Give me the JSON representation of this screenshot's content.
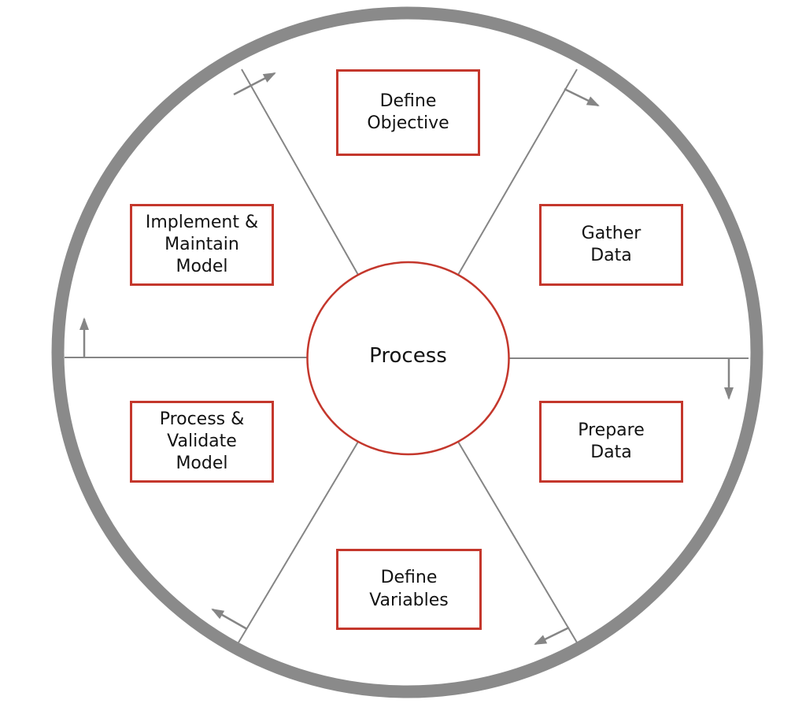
{
  "diagram": {
    "center_label": "Process",
    "flow_direction": "clockwise",
    "steps": [
      {
        "id": "define-objective",
        "label": "Define\nObjective"
      },
      {
        "id": "gather-data",
        "label": "Gather\nData"
      },
      {
        "id": "prepare-data",
        "label": "Prepare\nData"
      },
      {
        "id": "define-variables",
        "label": "Define\nVariables"
      },
      {
        "id": "process-validate-model",
        "label": "Process &\nValidate\nModel"
      },
      {
        "id": "implement-maintain-model",
        "label": "Implement &\nMaintain\nModel"
      }
    ],
    "icons": [
      {
        "name": "clockwise-arrow-top-left"
      },
      {
        "name": "clockwise-arrow-top-right"
      },
      {
        "name": "clockwise-arrow-right"
      },
      {
        "name": "clockwise-arrow-bottom-right"
      },
      {
        "name": "clockwise-arrow-bottom-left"
      },
      {
        "name": "clockwise-arrow-left"
      }
    ],
    "colors": {
      "accent": "#c4372c",
      "ring": "#8a8a8a",
      "line": "#858585",
      "text": "#121212",
      "bg": "#ffffff"
    }
  }
}
